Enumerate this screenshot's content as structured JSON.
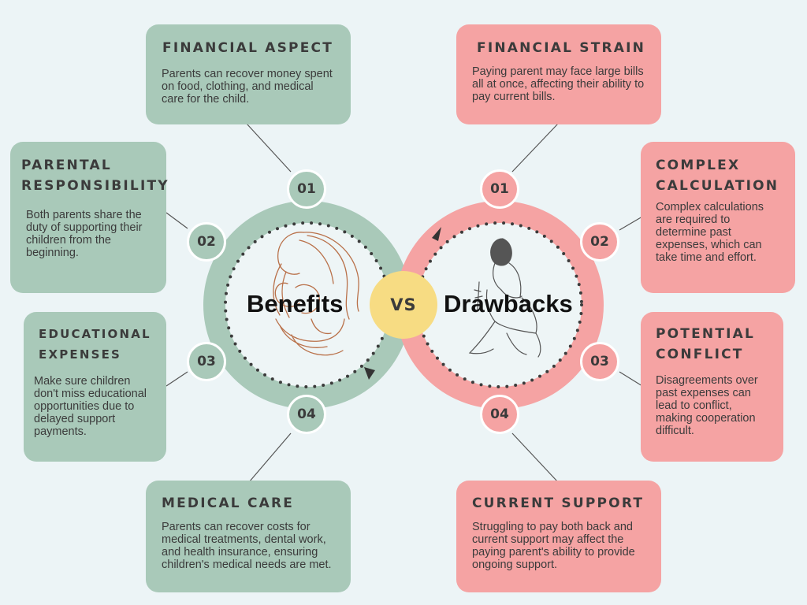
{
  "center": {
    "benefits_label": "Benefits",
    "vs_label": "VS",
    "drawbacks_label": "Drawbacks"
  },
  "benefits": [
    {
      "number": "01",
      "title": "FINANCIAL ASPECT",
      "text": "Parents can recover money spent on food, clothing, and medical care for the child."
    },
    {
      "number": "02",
      "title": "PARENTAL RESPONSIBILITY",
      "text": "Both parents share the duty of supporting their children from the beginning."
    },
    {
      "number": "03",
      "title": "EDUCATIONAL EXPENSES",
      "text": "Make sure children don't miss educational opportunities due to delayed support payments."
    },
    {
      "number": "04",
      "title": "MEDICAL CARE",
      "text": "Parents can recover costs for medical treatments, dental work, and health insurance, ensuring children's medical needs are met."
    }
  ],
  "drawbacks": [
    {
      "number": "01",
      "title": "FINANCIAL STRAIN",
      "text": "Paying parent may face large bills all at once, affecting their ability to pay current bills."
    },
    {
      "number": "02",
      "title": "COMPLEX CALCULATION",
      "text": "Complex calculations are required to determine past expenses, which can take time and effort."
    },
    {
      "number": "03",
      "title": "POTENTIAL CONFLICT",
      "text": "Disagreements over past expenses can lead to conflict, making cooperation difficult."
    },
    {
      "number": "04",
      "title": "CURRENT SUPPORT",
      "text": "Struggling to pay both back and current support may affect the paying parent's ability to provide ongoing support."
    }
  ],
  "colors": {
    "benefit": "#a9c9b9",
    "drawback": "#f5a3a3",
    "vs": "#f7dc83",
    "background": "#ecf4f6"
  },
  "icons": {
    "benefits_illustration": "mother-embracing-child-line-art",
    "drawbacks_illustration": "seated-woman-with-child-line-art"
  }
}
